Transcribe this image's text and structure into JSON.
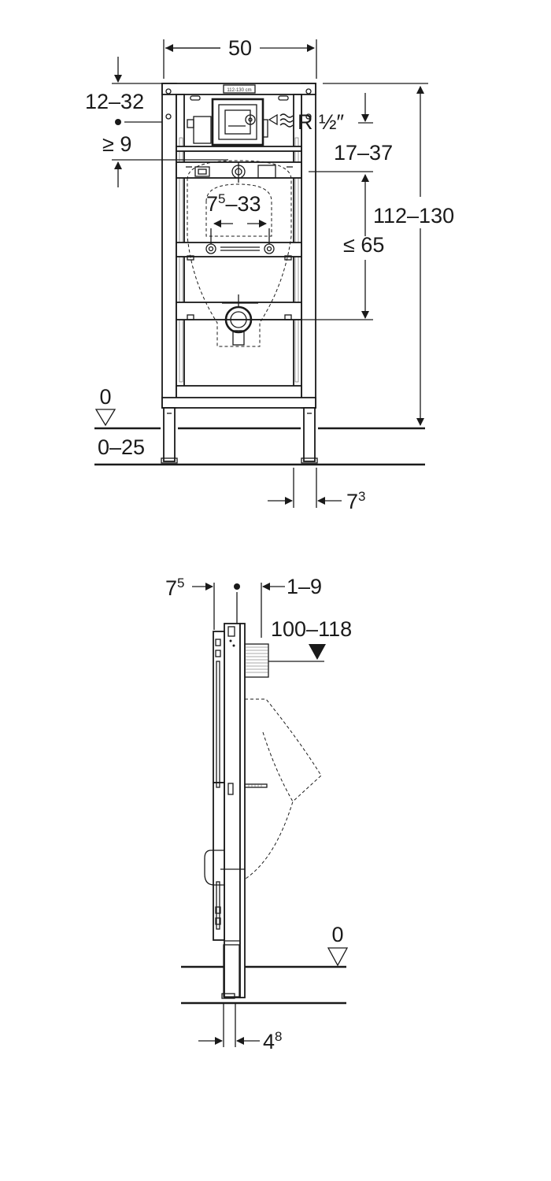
{
  "front_view": {
    "width_dim": "50",
    "top_offset_dim": "12–32",
    "min_dim": "≥ 9",
    "thread_label": "R ½″",
    "upper_dim": "17–37",
    "height_dim": "112–130",
    "spacing_main": "7",
    "spacing_sup": "5",
    "spacing_rest": "–33",
    "max_dim": "≤ 65",
    "floor_label": "0",
    "floor_range": "0–25",
    "foot_main": "7",
    "foot_sup": "3",
    "frame_tag": "112-130 cm"
  },
  "side_view": {
    "offset_main": "7",
    "offset_sup": "5",
    "wall_dim": "1–9",
    "height_dim": "100–118",
    "floor_label": "0",
    "bottom_main": "4",
    "bottom_sup": "8"
  }
}
